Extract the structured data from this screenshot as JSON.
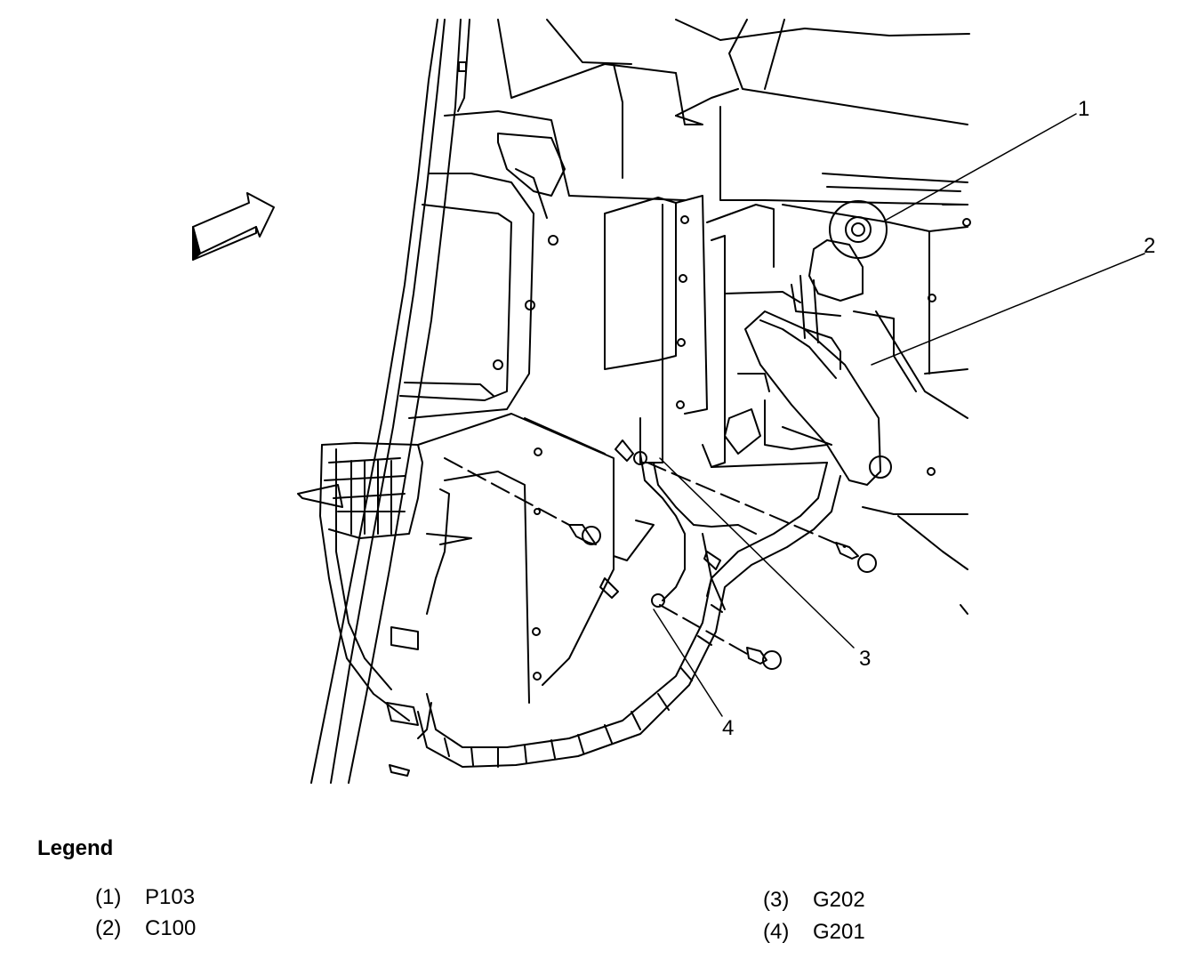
{
  "callouts": [
    "1",
    "2",
    "3",
    "4"
  ],
  "legend": {
    "title": "Legend",
    "items": [
      {
        "num": "(1)",
        "label": "P103"
      },
      {
        "num": "(2)",
        "label": "C100"
      },
      {
        "num": "(3)",
        "label": "G202"
      },
      {
        "num": "(4)",
        "label": "G201"
      }
    ]
  },
  "icons": {
    "direction_arrow": "front-direction-arrow-icon"
  }
}
